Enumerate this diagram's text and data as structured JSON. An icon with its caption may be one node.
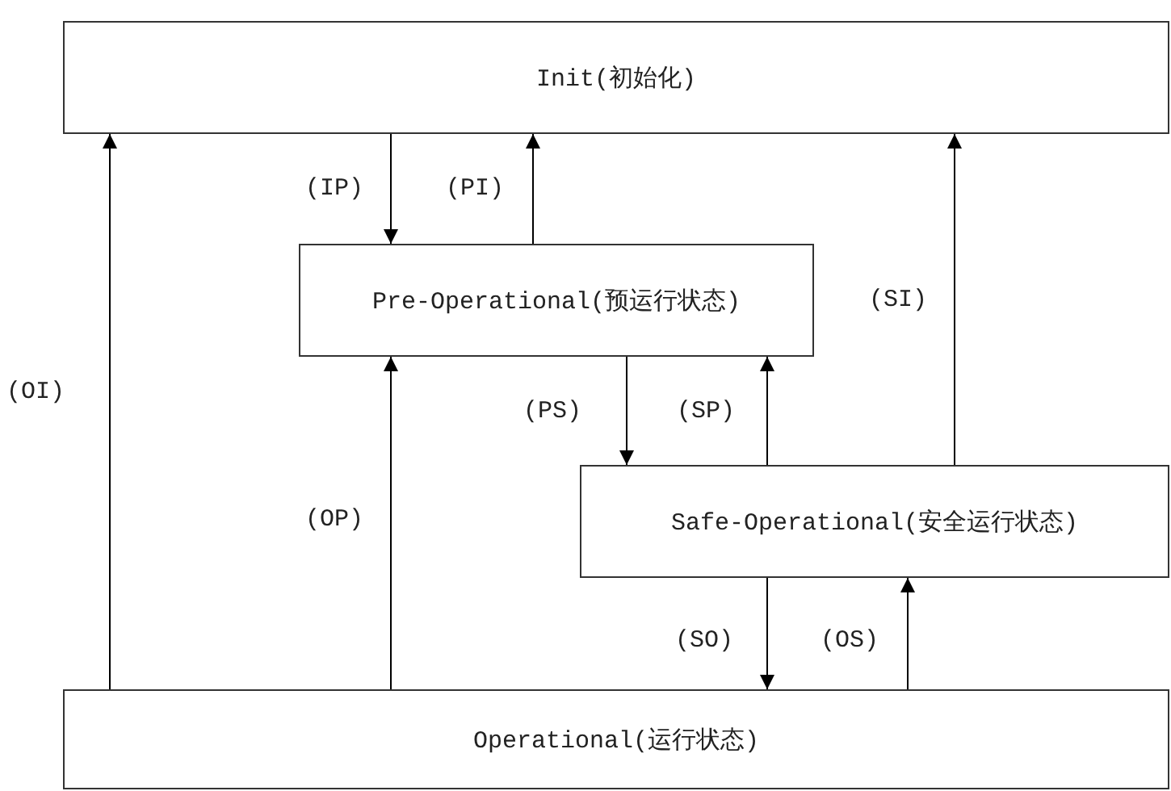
{
  "diagram": {
    "nodes": [
      {
        "text": [
          "Init(初始化)"
        ]
      },
      {
        "text": [
          "Pre-Operational(预运行状态)"
        ]
      },
      {
        "text": [
          "Safe-Operational(安全运行状态)"
        ]
      },
      {
        "text": [
          "Operational(运行状态)"
        ]
      }
    ],
    "edges": [
      {
        "from": 0,
        "to": 1,
        "arrow": "to",
        "label": "(IP)"
      },
      {
        "from": 1,
        "to": 0,
        "arrow": "to",
        "label": "(PI)"
      },
      {
        "from": 2,
        "to": 0,
        "arrow": "to",
        "label": "(SI)"
      },
      {
        "from": 3,
        "to": 0,
        "arrow": "to",
        "label": "(OI)"
      },
      {
        "from": 3,
        "to": 1,
        "arrow": "to",
        "label": "(OP)"
      },
      {
        "from": 1,
        "to": 2,
        "arrow": "to",
        "label": "(PS)"
      },
      {
        "from": 2,
        "to": 1,
        "arrow": "to",
        "label": "(SP)"
      },
      {
        "from": 2,
        "to": 3,
        "arrow": "to",
        "label": "(SO)"
      },
      {
        "from": 3,
        "to": 2,
        "arrow": "to",
        "label": "(OS)"
      }
    ]
  }
}
